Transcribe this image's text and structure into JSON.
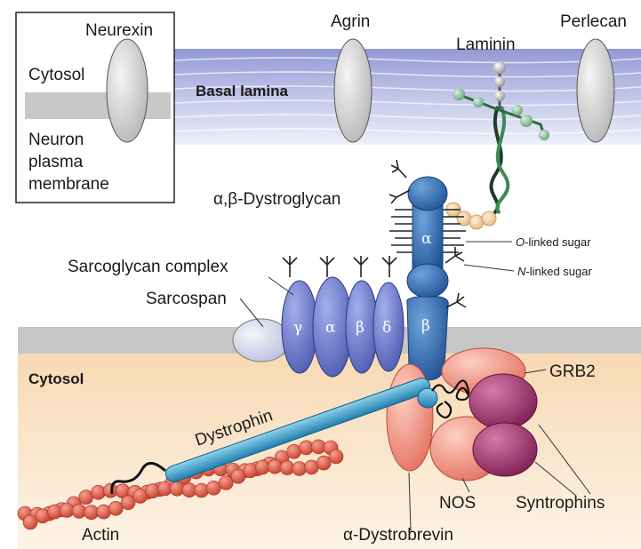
{
  "labels": {
    "neurexin": "Neurexin",
    "cytosol_inset": "Cytosol",
    "neuron_plasma_membrane": [
      "Neuron",
      "plasma",
      "membrane"
    ],
    "agrin": "Agrin",
    "laminin": "Laminin",
    "perlecan": "Perlecan",
    "basal_lamina": "Basal lamina",
    "dystroglycan": "α,β-Dystroglycan",
    "o_linked_sugar_prefix": "O",
    "o_linked_sugar_suffix": "-linked sugar",
    "n_linked_sugar_prefix": "N",
    "n_linked_sugar_suffix": "-linked sugar",
    "sarcoglycan_complex": "Sarcoglycan complex",
    "sarcospan": "Sarcospan",
    "cytosol_main": "Cytosol",
    "grb2": "GRB2",
    "dystrophin": "Dystrophin",
    "nos": "NOS",
    "syntrophins": "Syntrophins",
    "actin": "Actin",
    "dystrobrevin": "α-Dystrobrevin"
  },
  "subunits": {
    "gamma": "γ",
    "alpha": "α",
    "beta": "β",
    "delta": "δ",
    "dg_beta": "β",
    "dg_alpha": "α"
  },
  "colors": {
    "basal_lamina": "#8d92d0",
    "membrane": "#c4c4c4",
    "cytosol": "#f9e2c3",
    "sarcoglycan": "#6f7ed0",
    "dystroglycan": "#3d72b6",
    "dystrophin_rod": "#3aa1cf",
    "actin": "#e05a48",
    "grb2_nos_dystrobrevin": "#f08878",
    "syntrophin": "#9b2b6a",
    "laminin_green": "#2d6b3a",
    "generic_protein": "#d6d6d6"
  }
}
